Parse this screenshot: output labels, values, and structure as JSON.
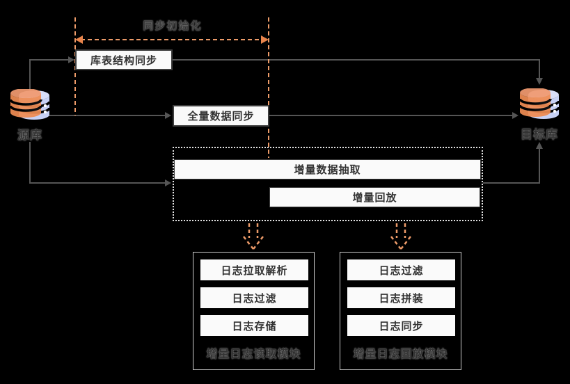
{
  "diagram": {
    "init_phase": {
      "label": "同步初始化"
    },
    "source_db": {
      "label": "源库"
    },
    "target_db": {
      "label": "目标库"
    },
    "steps": {
      "schema_sync": "库表结构同步",
      "full_data_sync": "全量数据同步",
      "incremental_extract": "增量数据抽取",
      "incremental_replay": "增量回放"
    },
    "modules": [
      {
        "label": "增量日志读取模块",
        "items": [
          "日志拉取解析",
          "日志过滤",
          "日志存储"
        ]
      },
      {
        "label": "增量日志回放模块",
        "items": [
          "日志过滤",
          "日志拼装",
          "日志同步"
        ]
      }
    ],
    "colors": {
      "background": "#000000",
      "accent_orange_dash": "#ED9B69",
      "accent_orange_arrow": "#E9854C",
      "line_gray": "#555555",
      "box_fill": "#fafafa",
      "box_border": "#3d3d3d",
      "db_blue": "#c7d1f5",
      "db_orange": "#ef8c53",
      "text_dark": "#333333"
    }
  }
}
